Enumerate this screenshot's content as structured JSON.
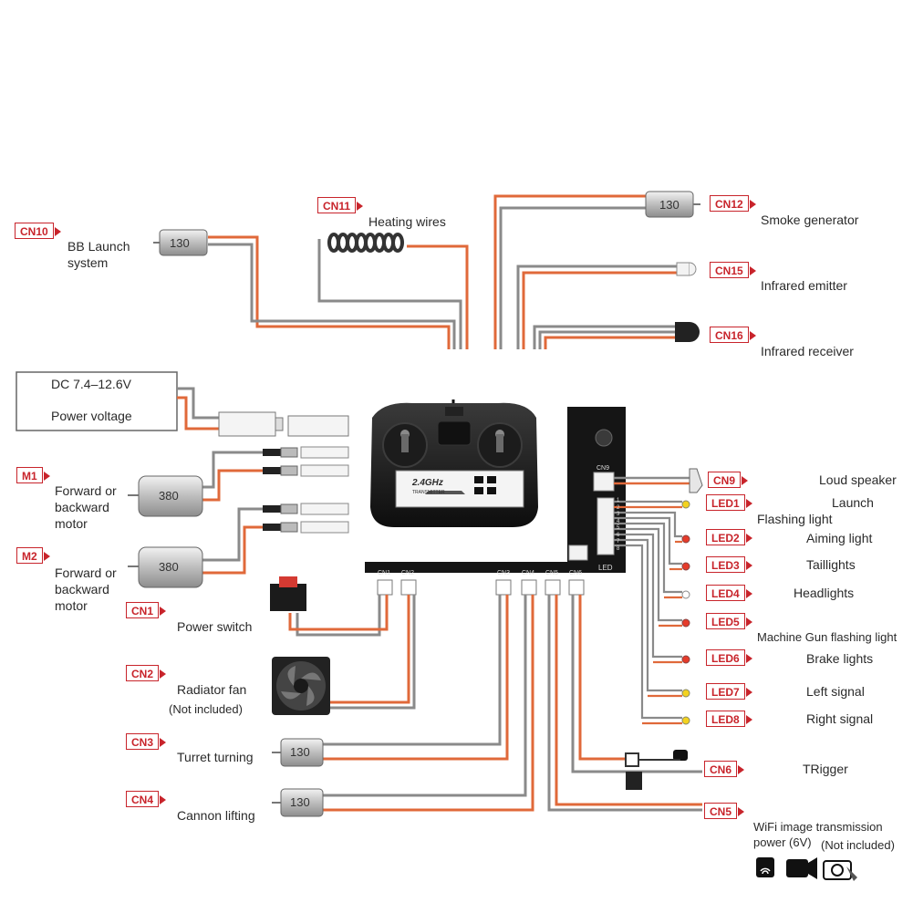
{
  "cn10": {
    "tag": "CN10",
    "label_line1": "BB Launch",
    "label_line2": "system",
    "motor": "130"
  },
  "cn11": {
    "tag": "CN11",
    "label": "Heating wires"
  },
  "cn12": {
    "tag": "CN12",
    "label": "Smoke generator",
    "motor": "130"
  },
  "cn15": {
    "tag": "CN15",
    "label": "Infrared emitter"
  },
  "cn16": {
    "tag": "CN16",
    "label": "Infrared receiver"
  },
  "power": {
    "line1": "DC 7.4–12.6V",
    "line2": "Power voltage"
  },
  "m1": {
    "tag": "M1",
    "line1": "Forward or",
    "line2": "backward",
    "line3": "motor",
    "motor": "380"
  },
  "m2": {
    "tag": "M2",
    "line1": "Forward or",
    "line2": "backward",
    "line3": "motor",
    "motor": "380"
  },
  "cn1": {
    "tag": "CN1",
    "label": "Power switch"
  },
  "cn2": {
    "tag": "CN2",
    "label": "Radiator fan",
    "note": "(Not included)"
  },
  "cn3": {
    "tag": "CN3",
    "label": "Turret turning",
    "motor": "130"
  },
  "cn4": {
    "tag": "CN4",
    "label": "Cannon lifting",
    "motor": "130"
  },
  "cn9": {
    "tag": "CN9",
    "label": "Loud speaker"
  },
  "led1": {
    "tag": "LED1",
    "label": "Launch",
    "label2": "Flashing light"
  },
  "led2": {
    "tag": "LED2",
    "label": "Aiming light"
  },
  "led3": {
    "tag": "LED3",
    "label": "Taillights"
  },
  "led4": {
    "tag": "LED4",
    "label": "Headlights"
  },
  "led5": {
    "tag": "LED5",
    "label": "Machine Gun flashing light"
  },
  "led6": {
    "tag": "LED6",
    "label": "Brake lights"
  },
  "led7": {
    "tag": "LED7",
    "label": "Left signal"
  },
  "led8": {
    "tag": "LED8",
    "label": "Right signal"
  },
  "cn6": {
    "tag": "CN6",
    "label": "TRigger"
  },
  "cn5": {
    "tag": "CN5",
    "label_line1": "WiFi image transmission",
    "label_line2": "power (6V)",
    "note": "(Not included)"
  },
  "board": {
    "cn1": "CN1",
    "cn2": "CN2",
    "cn3": "CN3",
    "cn4": "CN4",
    "cn5": "CN5",
    "cn6": "CN6",
    "cn9": "CN9",
    "led": "LED",
    "led_pins": [
      "1",
      "2",
      "3",
      "4",
      "5",
      "6",
      "7",
      "8"
    ]
  },
  "transmitter": {
    "badge_line1": "2.4GHz",
    "badge_line2": "TRANSMITTER"
  },
  "colors": {
    "wire_orange": "#e0693a",
    "wire_gray": "#8a8a8a",
    "tag_red": "#c8242b",
    "board": "#151515"
  }
}
